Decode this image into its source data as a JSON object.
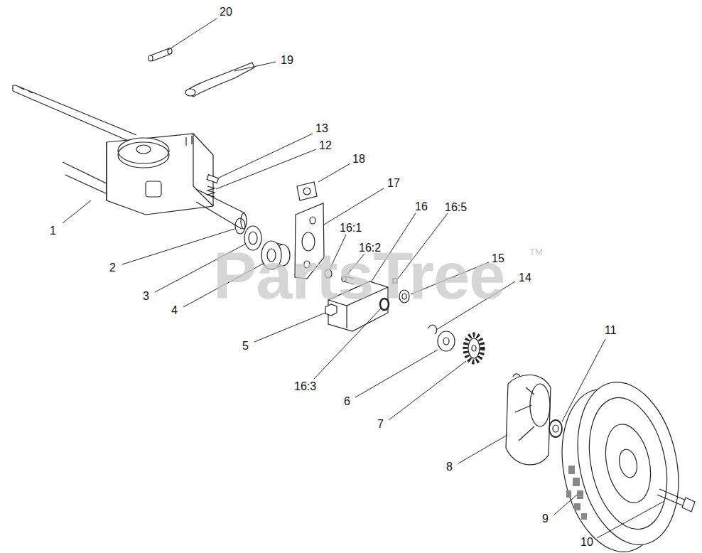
{
  "diagram": {
    "labels": [
      "20",
      "19",
      "13",
      "12",
      "18",
      "17",
      "16",
      "16:5",
      "16:1",
      "16:2",
      "15",
      "14",
      "1",
      "2",
      "3",
      "4",
      "5",
      "16:3",
      "6",
      "7",
      "11",
      "8",
      "9",
      "10",
      "PartsTree",
      "TM"
    ]
  }
}
